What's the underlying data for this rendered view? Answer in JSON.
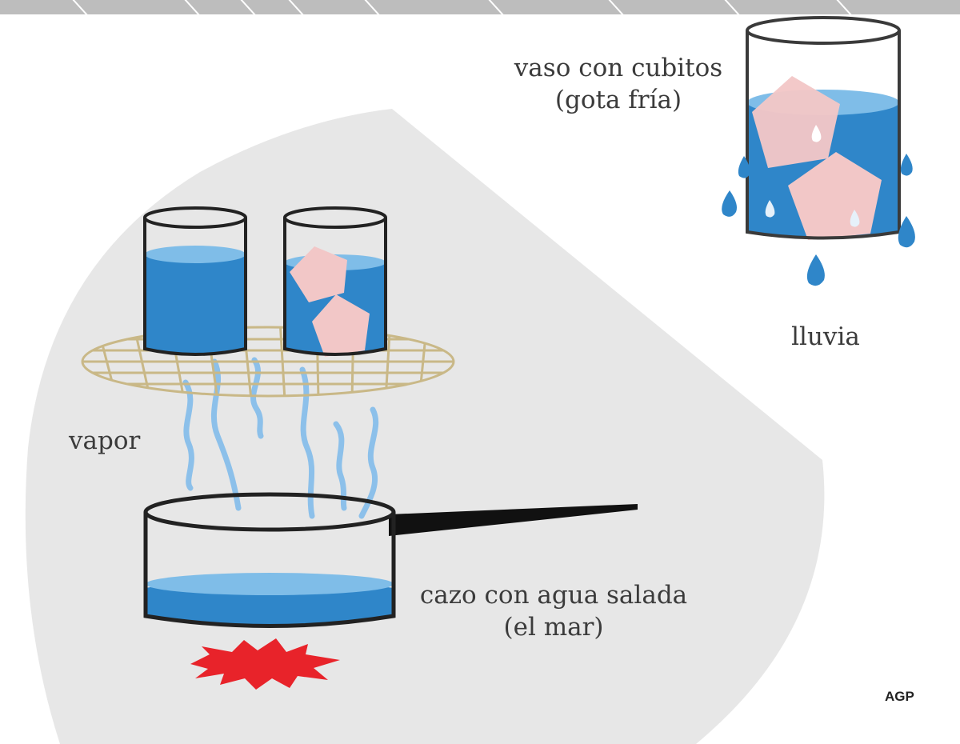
{
  "labels": {
    "ice_glass_line1": "vaso con cubitos",
    "ice_glass_line2": "(gota fría)",
    "rain": "lluvia",
    "vapor": "vapor",
    "pot_line1": "cazo con agua salada",
    "pot_line2": "(el mar)"
  },
  "credit": "AGP",
  "colors": {
    "water": "#2f86c9",
    "water_surface": "#7fbde8",
    "ice": "#f2c7c7",
    "steam": "#8cc0ea",
    "flame": "#e8232a",
    "grill": "#c9b887",
    "background_sector": "#e7e7e7",
    "top_band": "#bdbdbd",
    "outline": "#222222"
  },
  "icons": [
    "steam-icon",
    "flame-icon",
    "ice-cube-icon",
    "water-drop-icon",
    "cooking-pot-icon",
    "glass-icon",
    "grill-rack-icon"
  ]
}
